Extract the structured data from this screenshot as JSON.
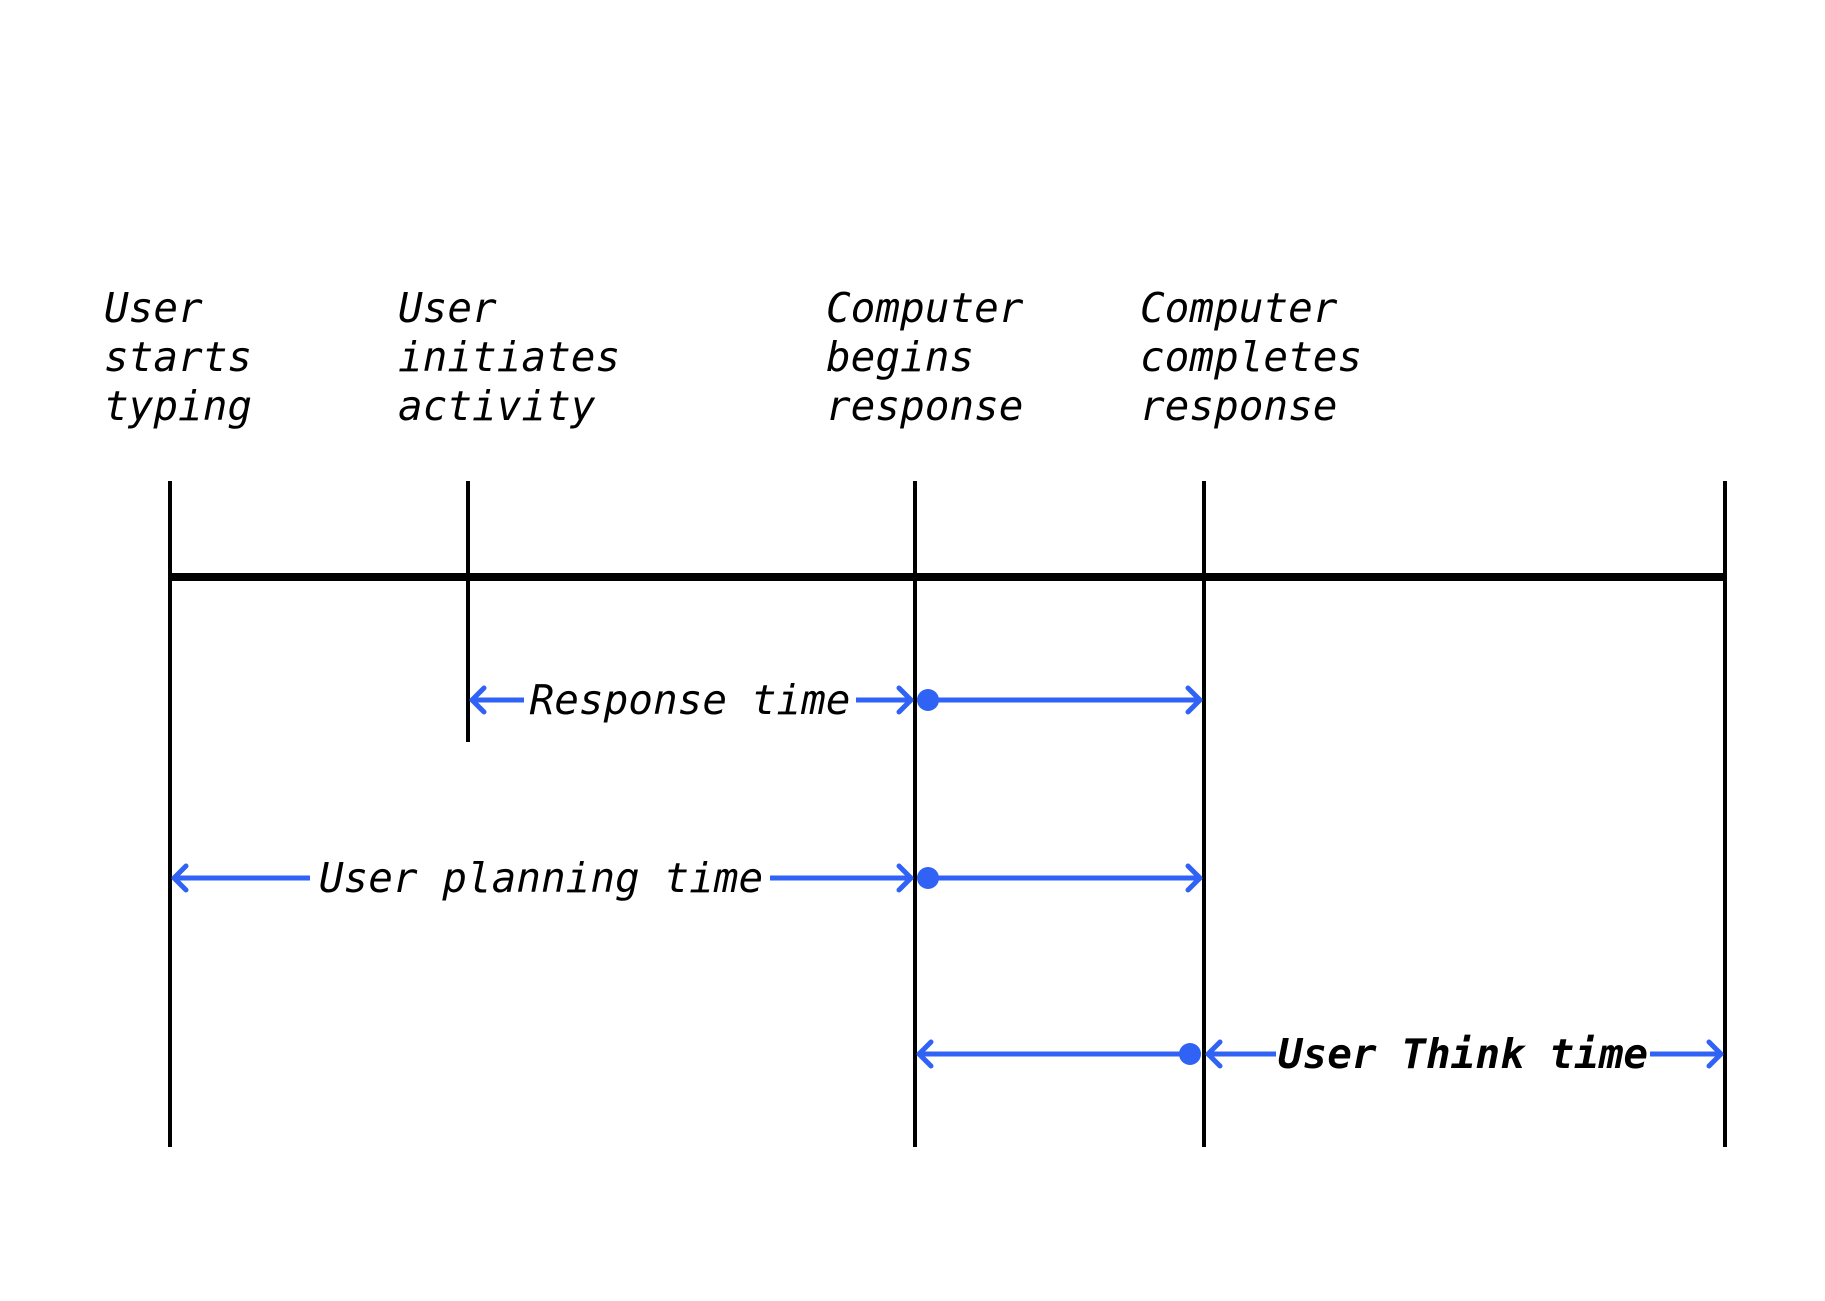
{
  "colors": {
    "line": "#000000",
    "accent": "#2f62f5",
    "background": "#ffffff"
  },
  "events": [
    {
      "id": "user-starts-typing",
      "lines": [
        "User",
        "starts",
        "typing"
      ]
    },
    {
      "id": "user-initiates-activity",
      "lines": [
        "User",
        "initiates",
        "activity"
      ]
    },
    {
      "id": "computer-begins-response",
      "lines": [
        "Computer",
        "begins",
        "response"
      ]
    },
    {
      "id": "computer-completes-response",
      "lines": [
        "Computer",
        "completes",
        "response"
      ]
    }
  ],
  "intervals": {
    "response_time": "Response time",
    "user_planning_time": "User planning time",
    "user_think_time": "User Think time"
  }
}
